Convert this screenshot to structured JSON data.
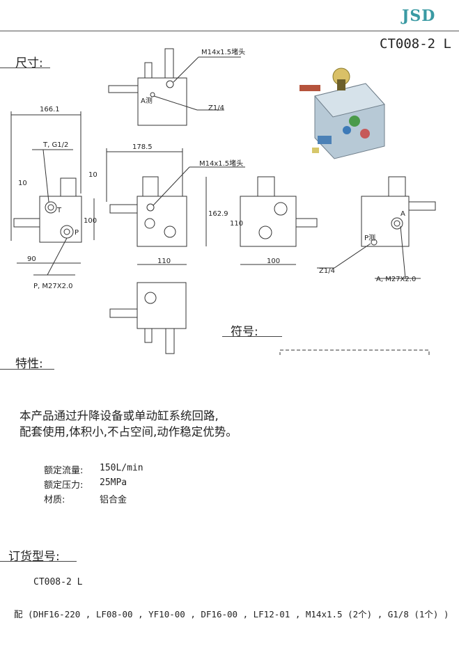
{
  "header": {
    "brand": "JSD",
    "model_code": "CT008-2 L"
  },
  "sections": {
    "dimensions": "尺寸:",
    "symbol": "符号:",
    "features": "特性:",
    "order": "订货型号:"
  },
  "drawing_labels": {
    "plug_top": "M14x1.5堵头",
    "a_test": "A测",
    "z14_top": "Z1/4",
    "plug_front": "M14x1.5堵头",
    "dim_166": "166.1",
    "dim_178": "178.5",
    "port_t": "T, G1/2",
    "dim_10a": "10",
    "dim_10b": "10",
    "t_mark": "T",
    "p_mark": "P",
    "dim_100_side": "100",
    "dim_90": "90",
    "port_p": "P, M27X2.0",
    "dim_162": "162.9",
    "dim_110_front": "110",
    "dim_110_back": "110",
    "dim_100_back": "100",
    "a_mark": "A",
    "p_test": "P测",
    "z14_right": "Z1/4",
    "port_a": "A, M27X2.0"
  },
  "description": {
    "line1": "本产品通过升降设备或单动缸系统回路,",
    "line2": "配套使用,体积小,不占空间,动作稳定优势。"
  },
  "specs": [
    {
      "label": "额定流量:",
      "value": "150L/min"
    },
    {
      "label": "额定压力:",
      "value": "25MPa"
    },
    {
      "label": "材质:",
      "value": "铝合金"
    }
  ],
  "order": {
    "code": "CT008-2 L",
    "accessories": "配 (DHF16-220 , LF08-00 , YF10-00 , DF16-00 , LF12-01 , M14x1.5 (2个) , G1/8 (1个) )"
  }
}
